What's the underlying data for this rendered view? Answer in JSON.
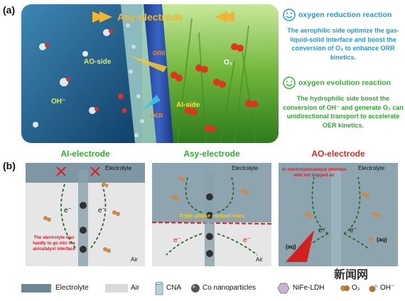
{
  "panel_a": {
    "label": "(a)",
    "banner": "Asy-electrode",
    "labels": {
      "ao_side": "AO-side",
      "ai_side": "AI-side",
      "oh": "OH⁻",
      "o2": "O₂",
      "orr": "ORR",
      "oer": "OER"
    }
  },
  "reactions": [
    {
      "title": "oxygen reduction reaction",
      "text": "The aerophilic side optimize the gas-liquid-solid interface and boost the conversion of O₂ to enhance ORR kinetics.",
      "color": "#1f9ad6"
    },
    {
      "title": "oxygen evolution reaction",
      "text": "The hydrophilic side boost the conversion of OH⁻ and generate O₂ can unidirectional transport to accelerate OER kinetics.",
      "color": "#2fa82f"
    }
  ],
  "panel_b": {
    "label": "(b)",
    "panels": [
      {
        "title": "AI-electrode",
        "title_color": "#28b328",
        "top_label": "Electrolyte",
        "bottom_label": "Air",
        "e_labels": [
          "e⁻",
          "e⁻"
        ],
        "note": "The electrolyte was hardly to go into the air/catalyst interface"
      },
      {
        "title": "Asy-electrode",
        "title_color": "#28b328",
        "top_label": "Electrolyte",
        "bottom_label": "Air",
        "e_labels": [
          "e⁻",
          "e⁻"
        ],
        "note": "Triple-phase contact lines"
      },
      {
        "title": "AO-electrode",
        "title_color": "#e0261f",
        "top_label": "Electrolyte",
        "e_labels": [
          "e⁻",
          "e⁻"
        ],
        "aq_labels": [
          "(aq)",
          "(aq)"
        ],
        "note": "At electrolyte/catalyst interface with not trapped air"
      }
    ]
  },
  "legend": [
    {
      "icon": "electrolyte-swatch-icon",
      "label": "Electrolyte"
    },
    {
      "icon": "air-swatch-icon",
      "label": "Air"
    },
    {
      "icon": "cna-cylinder-icon",
      "label": "CNA"
    },
    {
      "icon": "co-nanoparticle-icon",
      "label": "Co nanoparticles"
    },
    {
      "icon": "nife-ldh-hexagon-icon",
      "label": "NiFe-LDH"
    },
    {
      "icon": "o2-molecule-icon",
      "label": "O₂"
    },
    {
      "icon": "oh-molecule-icon",
      "label": "OH⁻"
    }
  ],
  "watermark": "新闻网",
  "colors": {
    "blue_text": "#1f9ad6",
    "green_text": "#2fa82f",
    "red_text": "#e0261f",
    "electrolyte": "#6d8793",
    "air": "#d9d9d9"
  }
}
